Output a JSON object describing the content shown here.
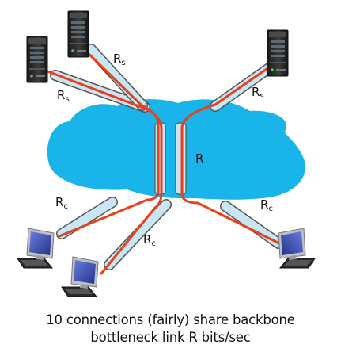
{
  "colors": {
    "cloud": "#18b4ea",
    "flow": "#e8401a",
    "pipe_fill": "#c9e6f4",
    "pipe_stroke": "#555555",
    "server_body": "#2b2b2b",
    "screen_frame": "#bfbfc6",
    "screen_glass": "#3a4fb0"
  },
  "icons": {
    "server": "server-icon",
    "client": "computer-icon",
    "network": "network-cloud-icon"
  },
  "labels": {
    "server_link_main": "R",
    "server_link_sub": "s",
    "backbone": "R",
    "client_link_main": "R",
    "client_link_sub": "c"
  },
  "caption": {
    "line1": "10 connections (fairly) share backbone",
    "line2": "bottleneck link R bits/sec"
  }
}
